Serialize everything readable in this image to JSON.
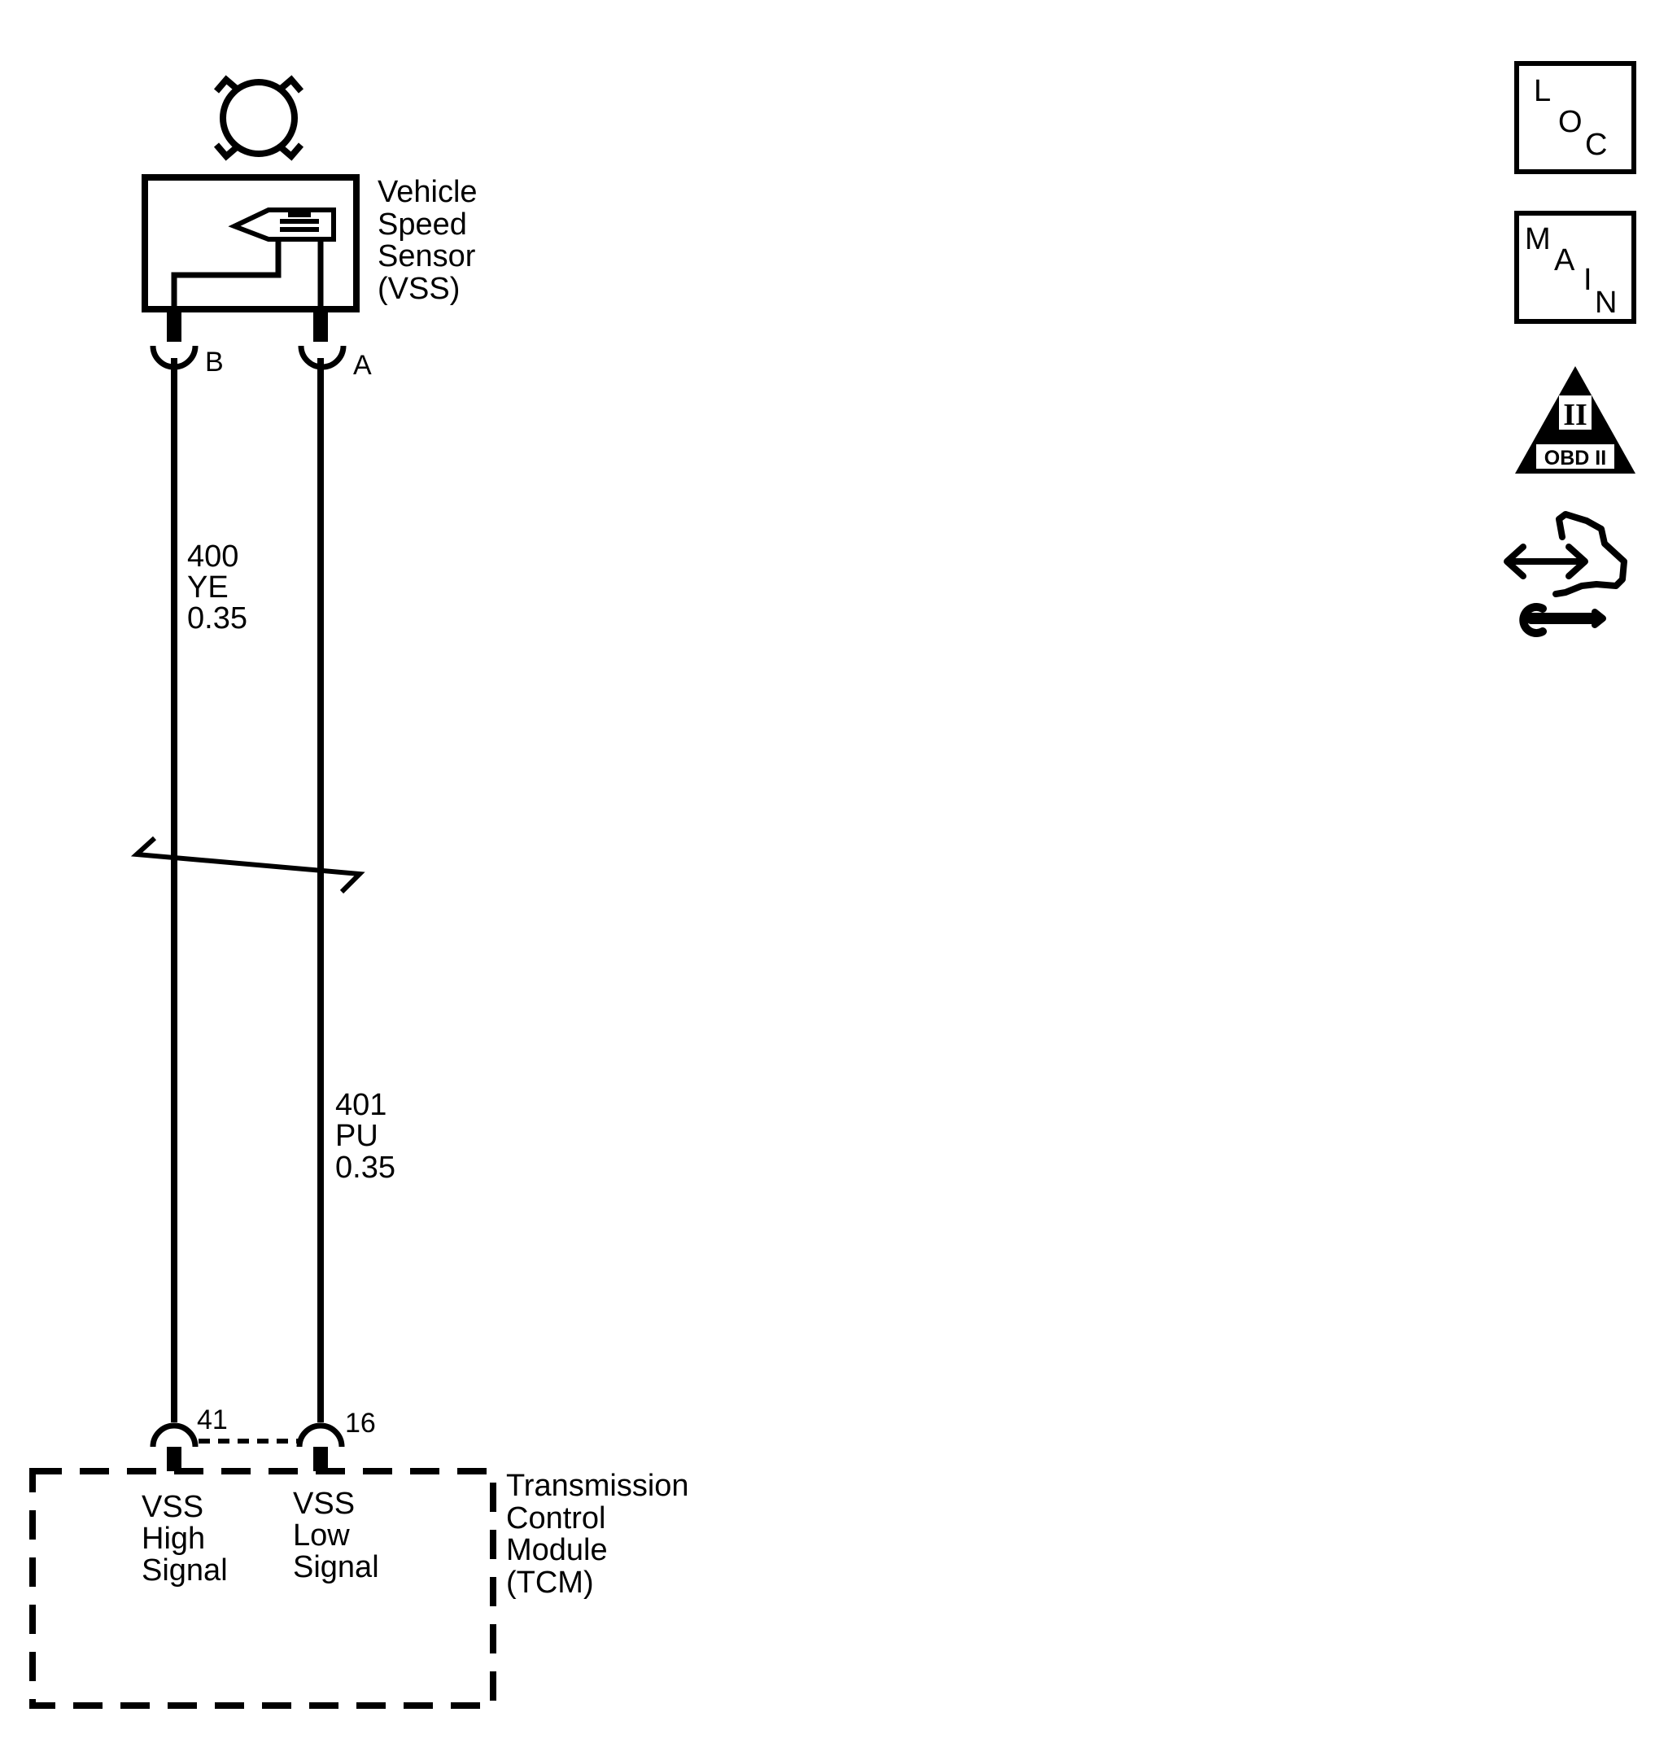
{
  "sensor": {
    "name_lines": [
      "Vehicle",
      "Speed",
      "Sensor",
      "(VSS)"
    ],
    "pins": {
      "left": "B",
      "right": "A"
    }
  },
  "wires": [
    {
      "circuit": "400",
      "color": "YE",
      "gauge": "0.35"
    },
    {
      "circuit": "401",
      "color": "PU",
      "gauge": "0.35"
    }
  ],
  "module": {
    "name_lines": [
      "Transmission",
      "Control",
      "Module",
      "(TCM)"
    ],
    "pins": {
      "left": "41",
      "right": "16"
    },
    "terminals": {
      "left": [
        "VSS",
        "High",
        "Signal"
      ],
      "right": [
        "VSS",
        "Low",
        "Signal"
      ]
    }
  },
  "side_icons": {
    "loc": [
      "L",
      "O",
      "C"
    ],
    "main": [
      "M",
      "A",
      "I",
      "N"
    ],
    "obd": {
      "numeral": "II",
      "label": "OBD II"
    },
    "service_icon": "hand-wrench-icon"
  },
  "colors": {
    "ink": "#000000",
    "background": "#ffffff"
  }
}
